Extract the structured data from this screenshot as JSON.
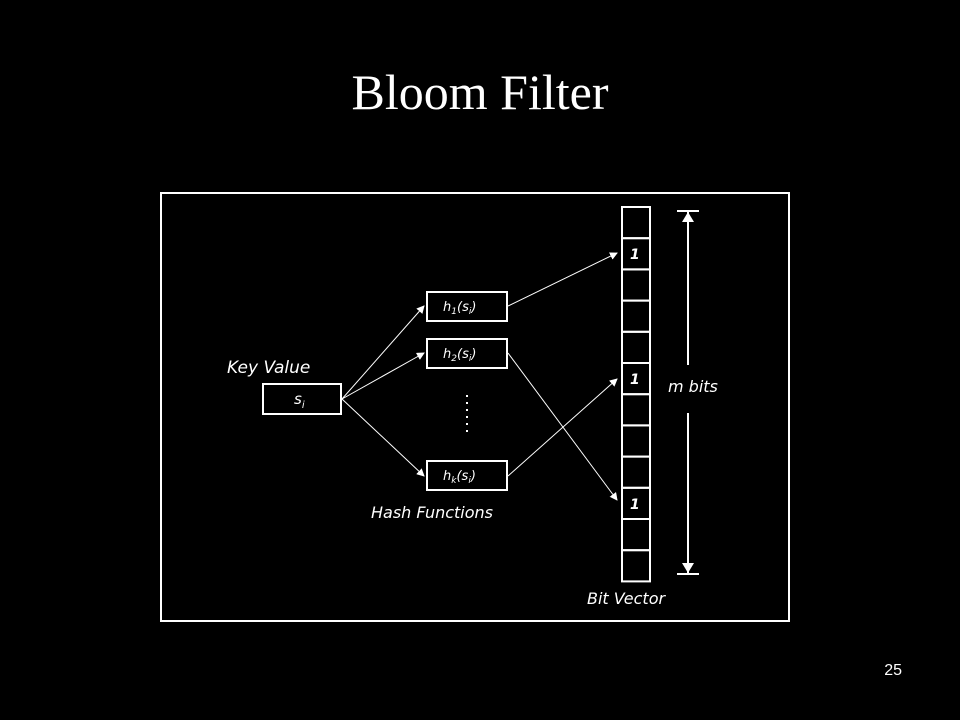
{
  "slide": {
    "title": "Bloom Filter",
    "number": "25"
  },
  "diagram": {
    "key_value_label": "Key Value",
    "key": {
      "base": "s",
      "sub": "i"
    },
    "hash_functions": [
      {
        "name": "h",
        "index": "1",
        "arg": "s",
        "arg_sub": "i"
      },
      {
        "name": "h",
        "index": "2",
        "arg": "s",
        "arg_sub": "i"
      },
      {
        "name": "h",
        "index": "k",
        "arg": "s",
        "arg_sub": "i"
      }
    ],
    "hash_functions_label": "Hash Functions",
    "bit_vector": {
      "cells": [
        "",
        "1",
        "",
        "",
        "",
        "1",
        "",
        "",
        "",
        "1",
        "",
        ""
      ],
      "label": "Bit Vector"
    },
    "size_label": "m bits",
    "colors": {
      "background": "#000000",
      "foreground": "#ffffff"
    }
  }
}
